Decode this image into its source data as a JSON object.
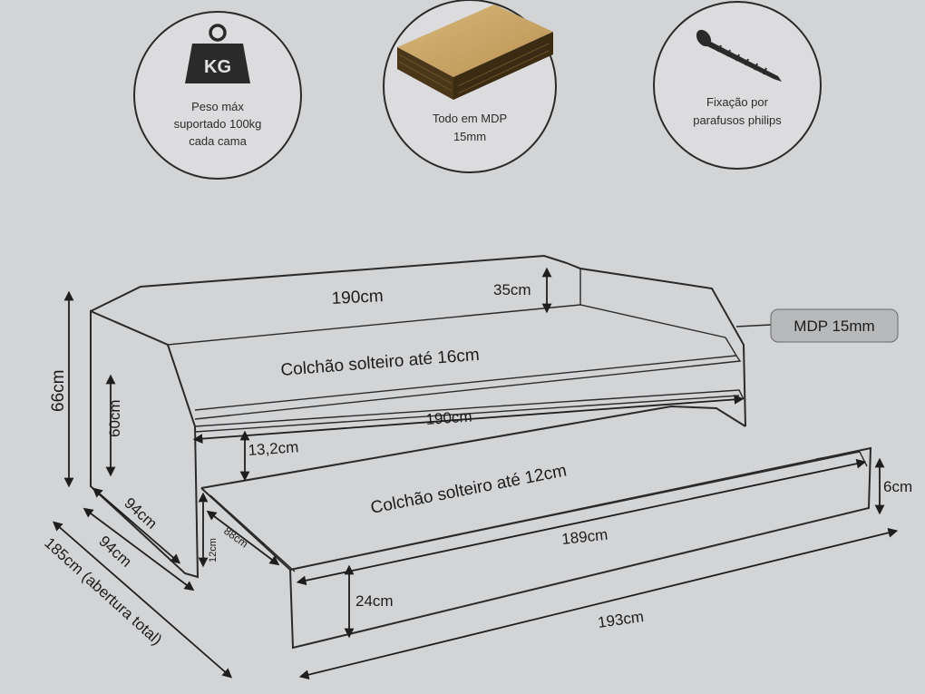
{
  "features": [
    {
      "icon": "weight-icon",
      "icon_text": "KG",
      "label_lines": [
        "Peso máx",
        "suportado 100kg",
        "cada cama"
      ]
    },
    {
      "icon": "mdp-board-icon",
      "label_lines": [
        "Todo em MDP",
        "15mm"
      ]
    },
    {
      "icon": "screw-icon",
      "label_lines": [
        "Fixação por",
        "parafusos philips"
      ]
    }
  ],
  "callout": "MDP 15mm",
  "dimensions": {
    "top_length": "190cm",
    "backrest_height": "35cm",
    "upper_mattress": "Colchão solteiro até 16cm",
    "middle_length": "190cm",
    "gap_height": "13,2cm",
    "lower_mattress": "Colchão solteiro até 12cm",
    "side_height": "66cm",
    "inner_height": "60cm",
    "depth_upper": "94cm",
    "depth_lower": "94cm",
    "opening_total": "185cm (abertura total)",
    "trundle_side_height": "12cm",
    "trundle_depth": "88cm",
    "trundle_length": "189cm",
    "trundle_edge": "6cm",
    "front_height": "24cm",
    "total_length": "193cm"
  }
}
